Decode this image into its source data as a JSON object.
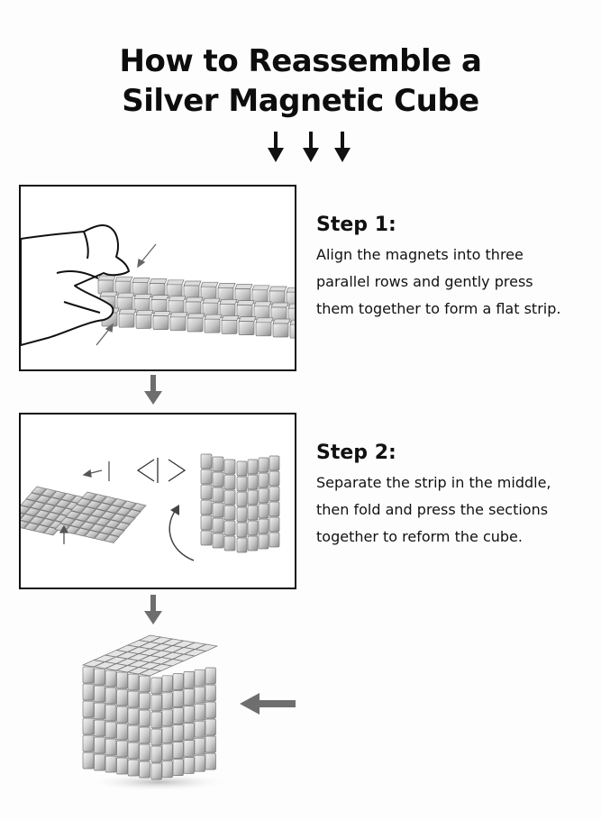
{
  "title": {
    "line1": "How to Reassemble a",
    "line2": "Silver Magnetic Cube"
  },
  "steps": [
    {
      "heading": "Step 1:",
      "lines": [
        "Align the magnets into three",
        "parallel rows and gently press",
        "them together to form a flat strip."
      ]
    },
    {
      "heading": "Step 2:",
      "lines": [
        "Separate the strip in the middle,",
        "then fold and press the sections",
        "together to reform the cube."
      ]
    }
  ],
  "colors": {
    "arrow_black": "#111111",
    "arrow_gray": "#6e6e6e",
    "magnet_light": "#e6e6e6",
    "magnet_mid": "#bdbdbd",
    "magnet_dark": "#7a7a7a"
  },
  "icons": [
    "down-arrow-icon",
    "hand-icon",
    "magnet-strip-icon",
    "split-strip-icon",
    "folded-strip-icon",
    "rotate-arrow-icon",
    "magnetic-cube-icon",
    "left-arrow-icon"
  ]
}
